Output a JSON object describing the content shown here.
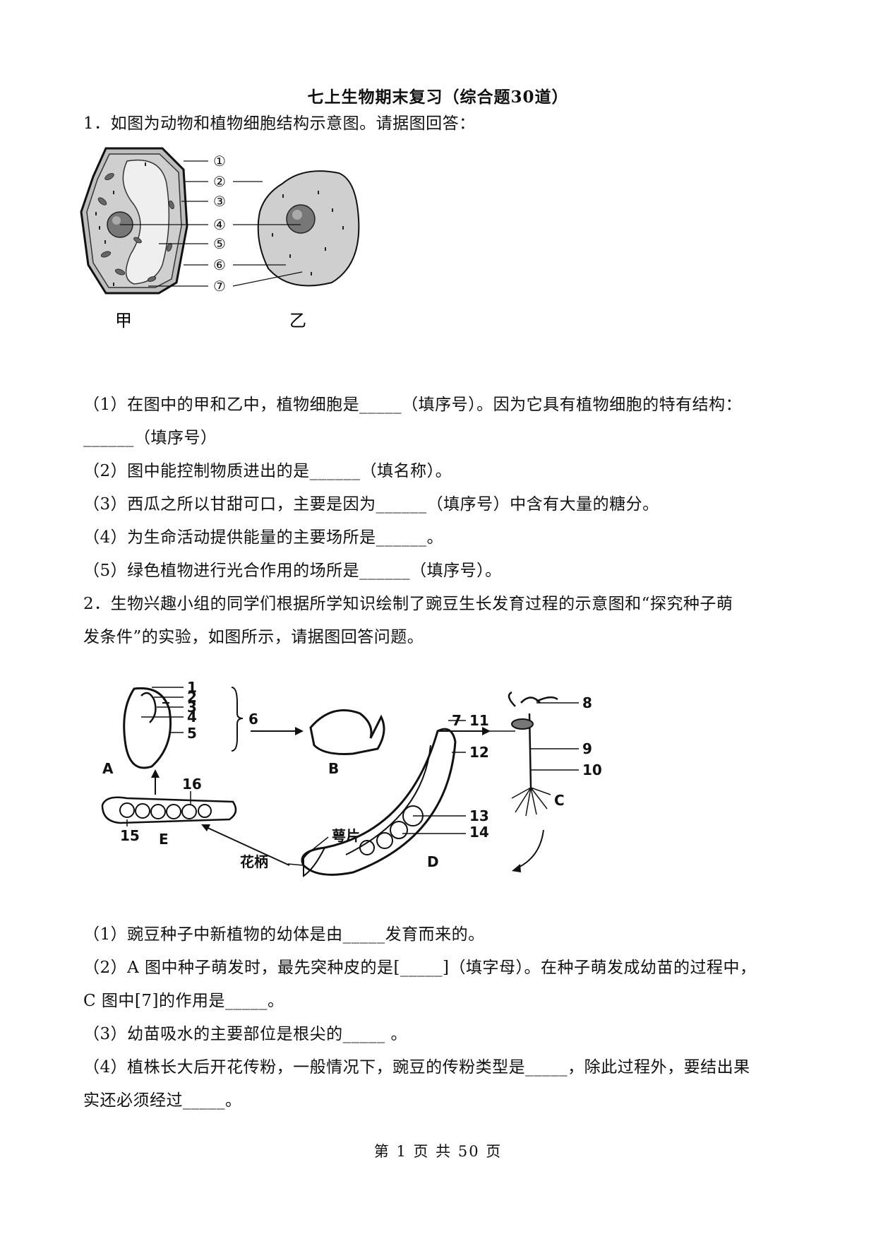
{
  "title": "七上生物期末复习（综合题30道）",
  "q1": {
    "stem": "1．如图为动物和植物细胞结构示意图。请据图回答：",
    "figure": {
      "numbers": [
        "①",
        "②",
        "③",
        "④",
        "⑤",
        "⑥",
        "⑦"
      ],
      "label_left": "甲",
      "label_right": "乙"
    },
    "lines": [
      "（1）在图中的甲和乙中，植物细胞是_____（填序号）。因为它具有植物细胞的特有结构：",
      "______（填序号）",
      "（2）图中能控制物质进出的是______（填名称）。",
      "（3）西瓜之所以甘甜可口，主要是因为______（填序号）中含有大量的糖分。",
      "（4）为生命活动提供能量的主要场所是______。",
      "（5）绿色植物进行光合作用的场所是______（填序号）。"
    ]
  },
  "q2": {
    "stem_1": "2．生物兴趣小组的同学们根据所学知识绘制了豌豆生长发育过程的示意图和“探究种子萌",
    "stem_2": "发条件”的实验，如图所示，请据图回答问题。",
    "figure": {
      "nums_a": [
        "1",
        "2",
        "3",
        "4",
        "5"
      ],
      "num_6": "6",
      "num_7": "7",
      "nums_c": [
        "8",
        "9",
        "10"
      ],
      "nums_d": [
        "11",
        "12",
        "13",
        "14"
      ],
      "num_15": "15",
      "num_16": "16",
      "letters": [
        "A",
        "B",
        "C",
        "D",
        "E"
      ],
      "sepal": "萼片",
      "stalk": "花柄"
    },
    "lines": [
      "（1）豌豆种子中新植物的幼体是由_____发育而来的。",
      "（2）A 图中种子萌发时，最先突种皮的是[_____]（填字母）。在种子萌发成幼苗的过程中，",
      "C 图中[7]的作用是_____。",
      "（3）幼苗吸水的主要部位是根尖的_____ 。",
      "（4）植株长大后开花传粉，一般情况下，豌豆的传粉类型是_____，除此过程外，要结出果",
      "实还必须经过_____。"
    ]
  },
  "footer": "第 1 页 共 50 页"
}
